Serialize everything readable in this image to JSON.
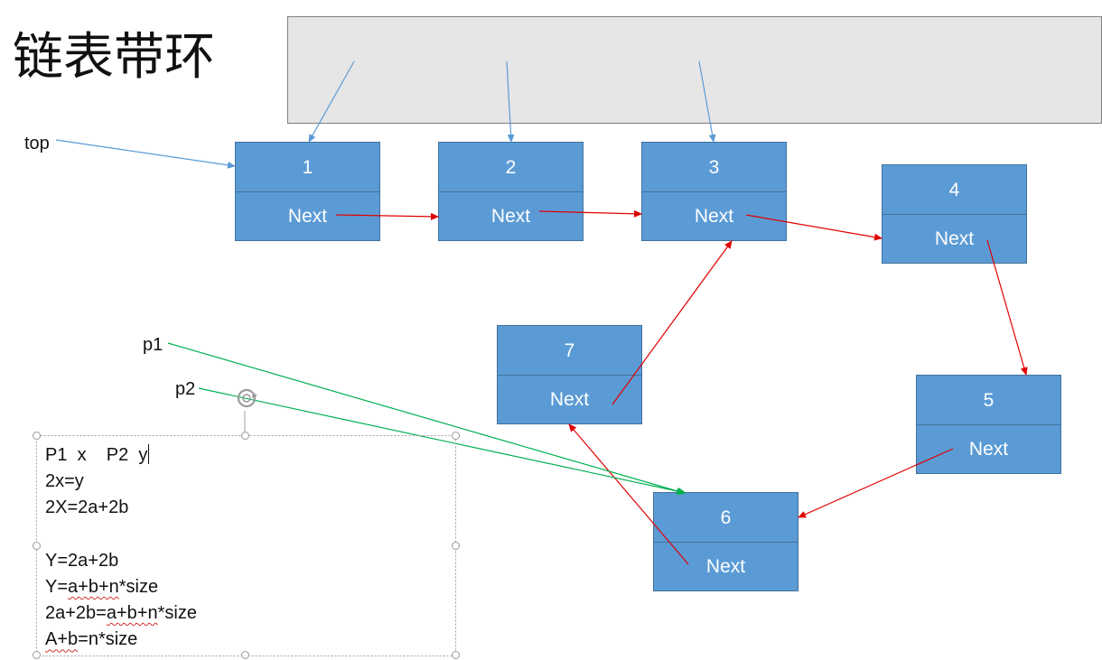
{
  "title": "链表带环",
  "labels": {
    "top": "top",
    "p1": "p1",
    "p2": "p2"
  },
  "nodes": [
    {
      "value": "1",
      "next": "Next"
    },
    {
      "value": "2",
      "next": "Next"
    },
    {
      "value": "3",
      "next": "Next"
    },
    {
      "value": "4",
      "next": "Next"
    },
    {
      "value": "5",
      "next": "Next"
    },
    {
      "value": "6",
      "next": "Next"
    },
    {
      "value": "7",
      "next": "Next"
    }
  ],
  "textbox": {
    "line1_a": "P1  x    P2  y",
    "line2": "2x=y",
    "line3": "2X=2a+2b",
    "line4": "",
    "line5": "Y=2a+2b",
    "line6_a": "Y=",
    "line6_b": "a+b+n",
    "line6_c": "*size",
    "line7_a": "2a+2b=",
    "line7_b": "a+b+n",
    "line7_c": "*size",
    "line8_a": "A+b",
    "line8_b": "=n*size"
  },
  "colors": {
    "node_fill": "#5b9bd5",
    "node_border": "#41719c",
    "next_arrow": "#e00000",
    "pointer_arrow": "#00b050",
    "top_arrow": "#5b9bd5"
  }
}
